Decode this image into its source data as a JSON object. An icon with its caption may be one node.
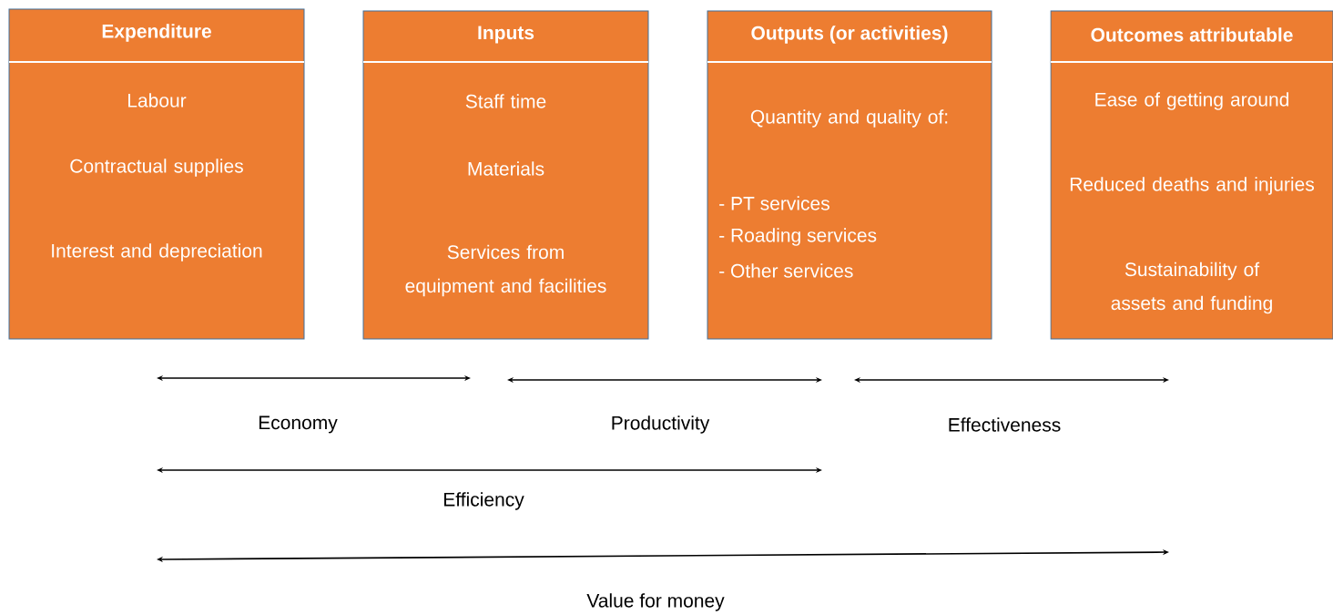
{
  "diagram": {
    "nodes": [
      {
        "text": [
          "Expenditure",
          "Labour",
          "Contractual supplies",
          "Interest and depreciation"
        ]
      },
      {
        "text": [
          "Inputs",
          "Staff time",
          "Materials",
          "Services from equipment and facilities"
        ]
      },
      {
        "text": [
          "Outputs (or activities)",
          "Quantity and quality of:",
          "- PT services",
          "- Roading services",
          "- Other services"
        ]
      },
      {
        "text": [
          "Outcomes attributable",
          "Ease of getting around",
          "Reduced deaths and injuries",
          "Sustainability of assets and funding"
        ]
      }
    ],
    "labels": [
      "Economy",
      "Productivity",
      "Effectiveness",
      "Efficiency",
      "Value for money"
    ]
  }
}
